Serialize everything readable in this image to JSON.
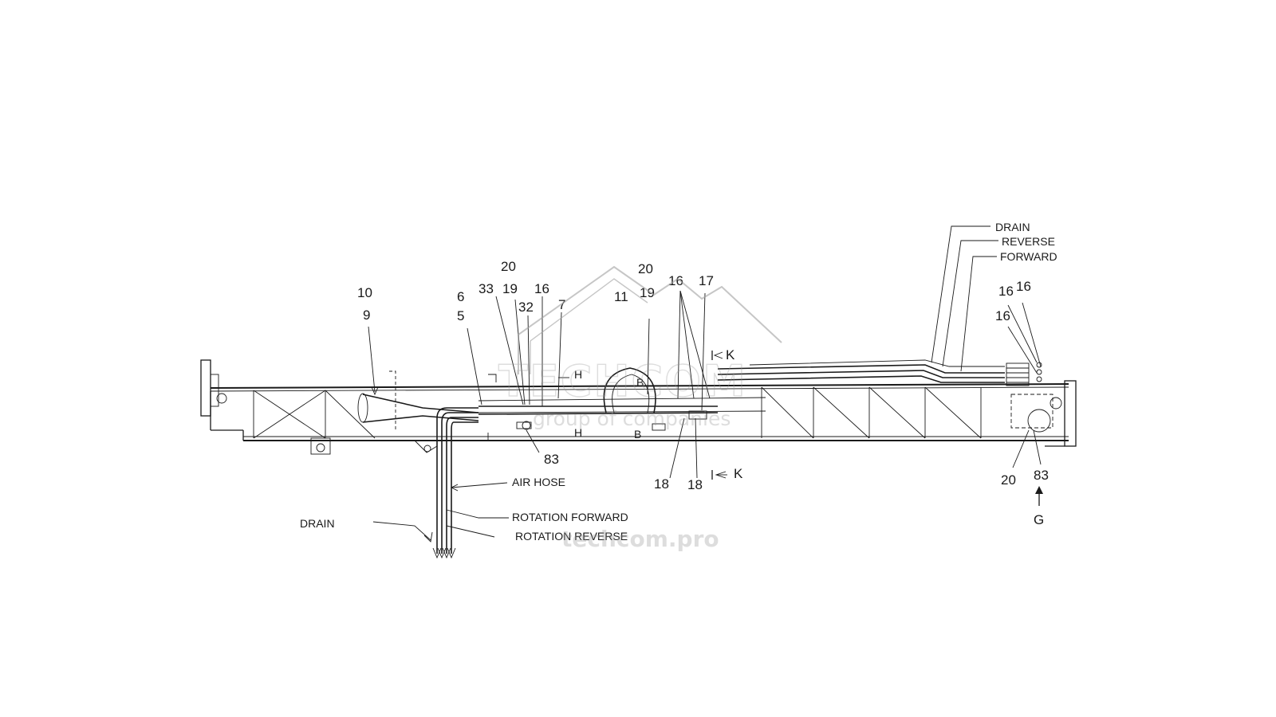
{
  "diagram": {
    "callouts": {
      "c10": "10",
      "c9": "9",
      "c6": "6",
      "c5": "5",
      "c20a": "20",
      "c33": "33",
      "c19a": "19",
      "c16a": "16",
      "c32": "32",
      "c7": "7",
      "c20b": "20",
      "c11": "11",
      "c19b": "19",
      "c16b": "16",
      "c17": "17",
      "c16c": "16",
      "c16d": "16",
      "c16e": "16",
      "c83a": "83",
      "c18a": "18",
      "c18b": "18",
      "c20c": "20",
      "c83b": "83",
      "cG": "G",
      "cK1": "K",
      "cK2": "K",
      "cH1": "H",
      "cH2": "H",
      "cB1": "B",
      "cB2": "B"
    },
    "captions": {
      "drain_top": "DRAIN",
      "reverse": "REVERSE",
      "forward": "FORWARD",
      "air_hose": "AIR HOSE",
      "rotation_forward": "ROTATION FORWARD",
      "rotation_reverse": "ROTATION REVERSE",
      "drain_left": "DRAIN"
    },
    "watermark": {
      "brand": "TECHCOM",
      "tagline": "group of companies",
      "site": "techcom.pro"
    }
  }
}
